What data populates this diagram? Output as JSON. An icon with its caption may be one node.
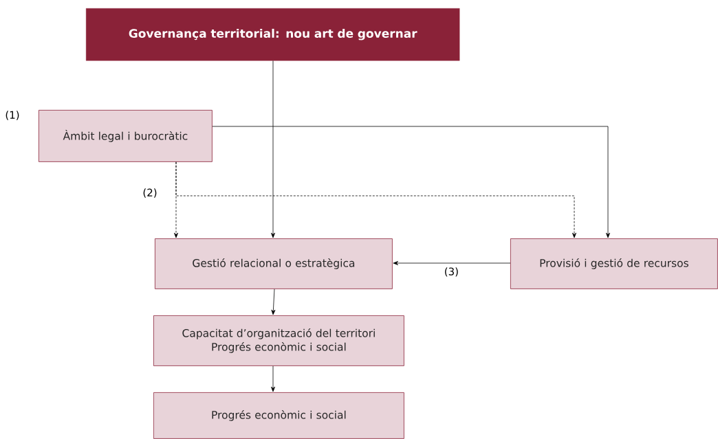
{
  "diagram": {
    "nodes": [
      {
        "text": [
          "Governança territorial: nou art de governar"
        ]
      },
      {
        "text": [
          "Àmbit legal i burocràtic"
        ]
      },
      {
        "text": [
          "Gestió relacional o estratègica"
        ]
      },
      {
        "text": [
          "Provisió i gestió de recursos"
        ]
      },
      {
        "text": [
          "Capacitat d’organització del territori",
          "Progrés econòmic i social"
        ]
      },
      {
        "text": [
          "Progrés econòmic i social"
        ]
      }
    ],
    "edges": [
      {
        "from": 0,
        "to": 2,
        "arrow": "to"
      },
      {
        "from": 1,
        "to": 3,
        "arrow": "to"
      },
      {
        "from": 1,
        "to": 2,
        "arrow": "to",
        "style": "dashed"
      },
      {
        "from": 1,
        "to": 3,
        "arrow": "to",
        "style": "dashed"
      },
      {
        "from": 3,
        "to": 2,
        "arrow": "to",
        "label": "(3)"
      },
      {
        "from": 2,
        "to": 4,
        "arrow": "to"
      },
      {
        "from": 4,
        "to": 5,
        "arrow": "to"
      }
    ],
    "labels": [
      "(1)",
      "(2)"
    ]
  }
}
